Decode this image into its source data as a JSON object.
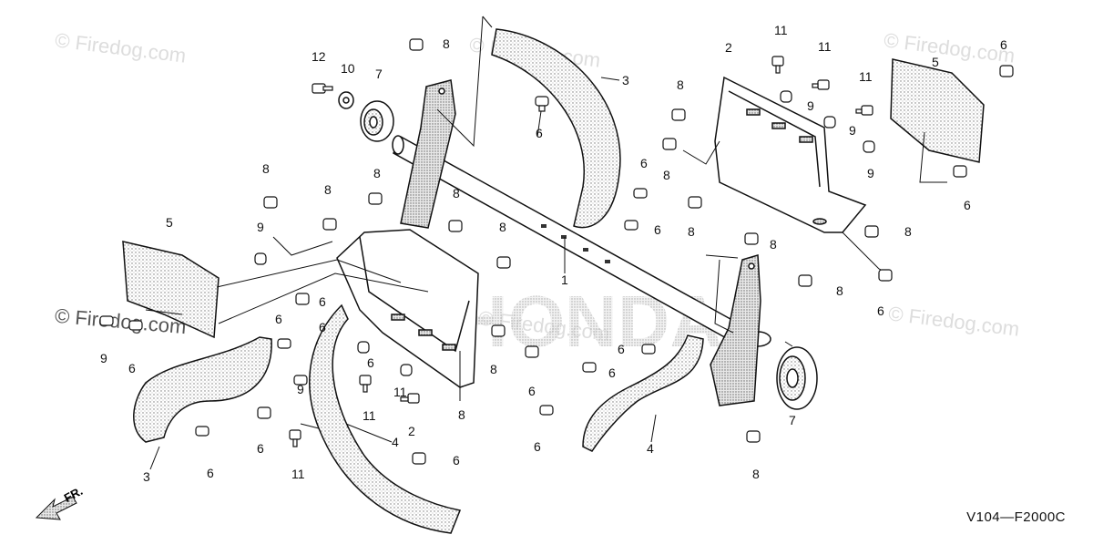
{
  "watermarks": [
    "© Firedog.com",
    "© Firedog.com",
    "© Firedog.com",
    "© Firedog.com",
    "© Firedog.com",
    "© Firedog.com"
  ],
  "diagram_code": "V104—F2000C",
  "direction_label": "FR.",
  "brand_watermark": "HONDA",
  "callouts": [
    {
      "id": "c1",
      "text": "8"
    },
    {
      "id": "c2",
      "text": "12"
    },
    {
      "id": "c3",
      "text": "10"
    },
    {
      "id": "c4",
      "text": "7"
    },
    {
      "id": "c5",
      "text": "3"
    },
    {
      "id": "c6",
      "text": "6"
    },
    {
      "id": "c7",
      "text": "2"
    },
    {
      "id": "c8",
      "text": "11"
    },
    {
      "id": "c9",
      "text": "11"
    },
    {
      "id": "c10",
      "text": "11"
    },
    {
      "id": "c11",
      "text": "6"
    },
    {
      "id": "c12",
      "text": "5"
    },
    {
      "id": "c13",
      "text": "8"
    },
    {
      "id": "c14",
      "text": "9"
    },
    {
      "id": "c15",
      "text": "9"
    },
    {
      "id": "c16",
      "text": "9"
    },
    {
      "id": "c17",
      "text": "8"
    },
    {
      "id": "c18",
      "text": "6"
    },
    {
      "id": "c19",
      "text": "6"
    },
    {
      "id": "c20",
      "text": "8"
    },
    {
      "id": "c21",
      "text": "8"
    },
    {
      "id": "c22",
      "text": "8"
    },
    {
      "id": "c23",
      "text": "8"
    },
    {
      "id": "c24",
      "text": "5"
    },
    {
      "id": "c25",
      "text": "9"
    },
    {
      "id": "c26",
      "text": "8"
    },
    {
      "id": "c27",
      "text": "6"
    },
    {
      "id": "c28",
      "text": "8"
    },
    {
      "id": "c29",
      "text": "1"
    },
    {
      "id": "c30",
      "text": "8"
    },
    {
      "id": "c31",
      "text": "8"
    },
    {
      "id": "c32",
      "text": "8"
    },
    {
      "id": "c33",
      "text": "6"
    },
    {
      "id": "c34",
      "text": "6"
    },
    {
      "id": "c35",
      "text": "6"
    },
    {
      "id": "c36",
      "text": "6"
    },
    {
      "id": "c37",
      "text": "9"
    },
    {
      "id": "c38",
      "text": "6"
    },
    {
      "id": "c39",
      "text": "6"
    },
    {
      "id": "c40",
      "text": "9"
    },
    {
      "id": "c41",
      "text": "11"
    },
    {
      "id": "c42",
      "text": "11"
    },
    {
      "id": "c43",
      "text": "2"
    },
    {
      "id": "c44",
      "text": "8"
    },
    {
      "id": "c45",
      "text": "8"
    },
    {
      "id": "c46",
      "text": "6"
    },
    {
      "id": "c47",
      "text": "6"
    },
    {
      "id": "c48",
      "text": "6"
    },
    {
      "id": "c49",
      "text": "7"
    },
    {
      "id": "c50",
      "text": "6"
    },
    {
      "id": "c51",
      "text": "3"
    },
    {
      "id": "c52",
      "text": "6"
    },
    {
      "id": "c53",
      "text": "11"
    },
    {
      "id": "c54",
      "text": "4"
    },
    {
      "id": "c55",
      "text": "6"
    },
    {
      "id": "c56",
      "text": "6"
    },
    {
      "id": "c57",
      "text": "4"
    },
    {
      "id": "c58",
      "text": "8"
    }
  ]
}
